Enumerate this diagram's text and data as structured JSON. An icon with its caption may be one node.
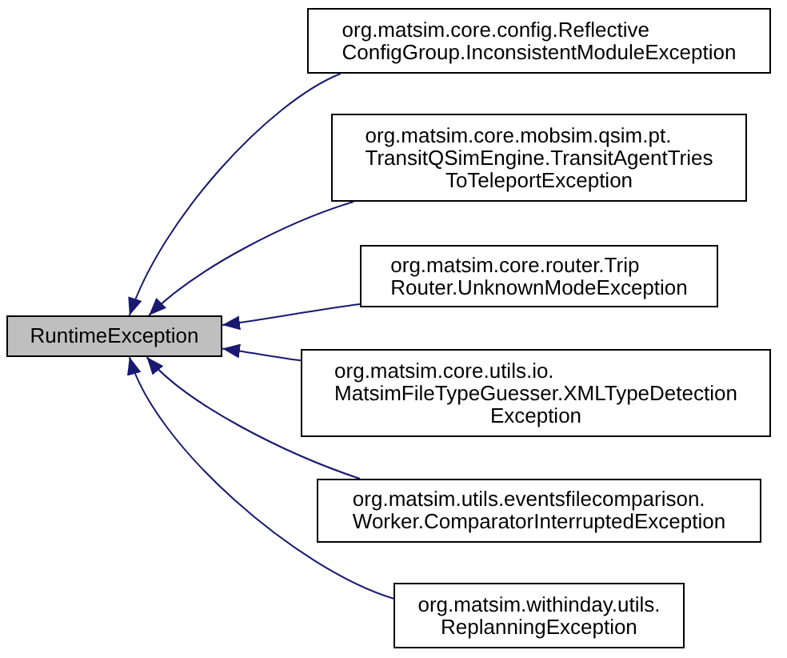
{
  "diagram": {
    "nodes": [
      {
        "text": [
          "RuntimeException"
        ]
      },
      {
        "text": [
          "org.matsim.core.config.Reflective ConfigGroup.InconsistentModuleException"
        ]
      },
      {
        "text": [
          "org.matsim.core.mobsim.qsim.pt. TransitQSimEngine.TransitAgentTries ToTeleportException"
        ]
      },
      {
        "text": [
          "org.matsim.core.router.Trip Router.UnknownModeException"
        ]
      },
      {
        "text": [
          "org.matsim.core.utils.io. MatsimFileTypeGuesser.XMLTypeDetection Exception"
        ]
      },
      {
        "text": [
          "org.matsim.utils.eventsfilecomparison. Worker.ComparatorInterruptedException"
        ]
      },
      {
        "text": [
          "org.matsim.withinday.utils. ReplanningException"
        ]
      }
    ],
    "edges": [
      {
        "from": 1,
        "to": 0,
        "arrow": "to"
      },
      {
        "from": 2,
        "to": 0,
        "arrow": "to"
      },
      {
        "from": 3,
        "to": 0,
        "arrow": "to"
      },
      {
        "from": 4,
        "to": 0,
        "arrow": "to"
      },
      {
        "from": 5,
        "to": 0,
        "arrow": "to"
      },
      {
        "from": 6,
        "to": 0,
        "arrow": "to"
      }
    ]
  }
}
